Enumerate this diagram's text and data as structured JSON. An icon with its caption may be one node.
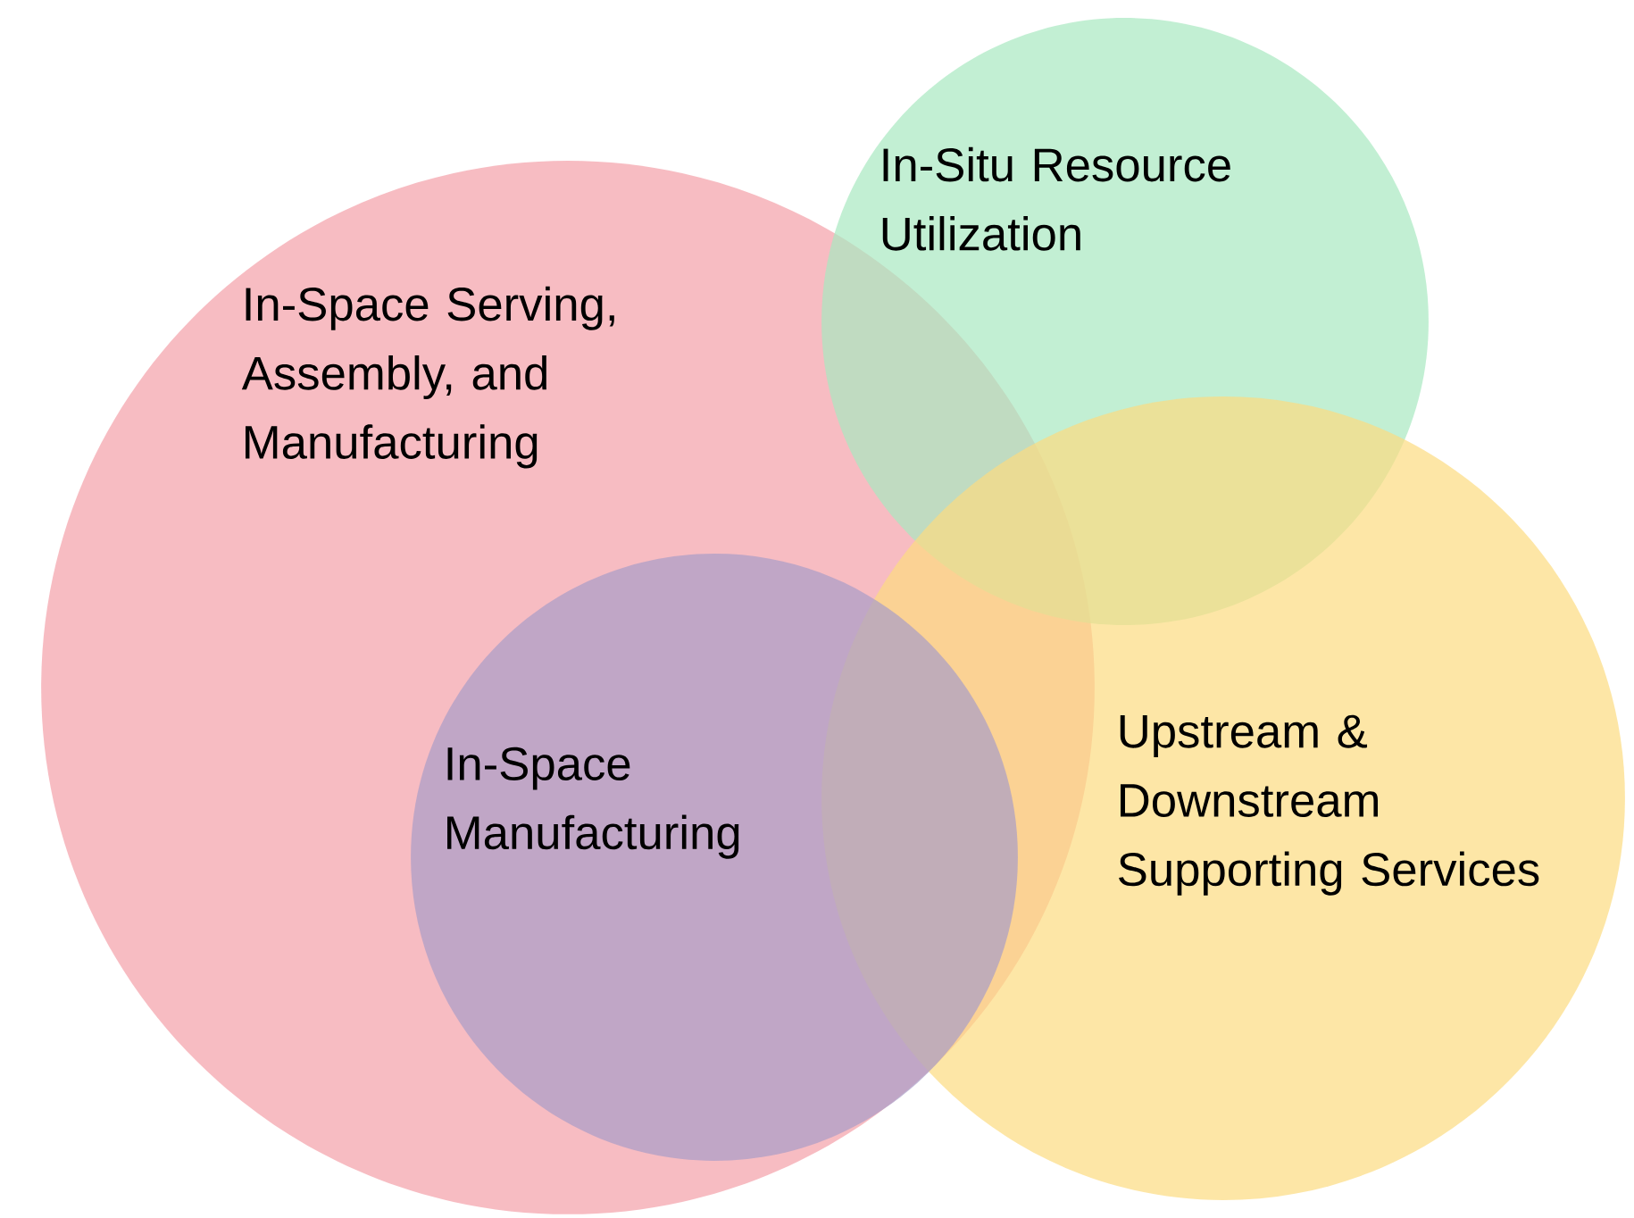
{
  "diagram": {
    "nodes": [
      {
        "text": [
          "In-Space Serving, Assembly, and Manufacturing"
        ]
      },
      {
        "text": [
          "In-Situ Resource Utilization"
        ]
      },
      {
        "text": [
          "In-Space Manufacturing"
        ],
        "in": 0
      },
      {
        "text": [
          "Upstream & Downstream Supporting Services"
        ]
      }
    ]
  }
}
